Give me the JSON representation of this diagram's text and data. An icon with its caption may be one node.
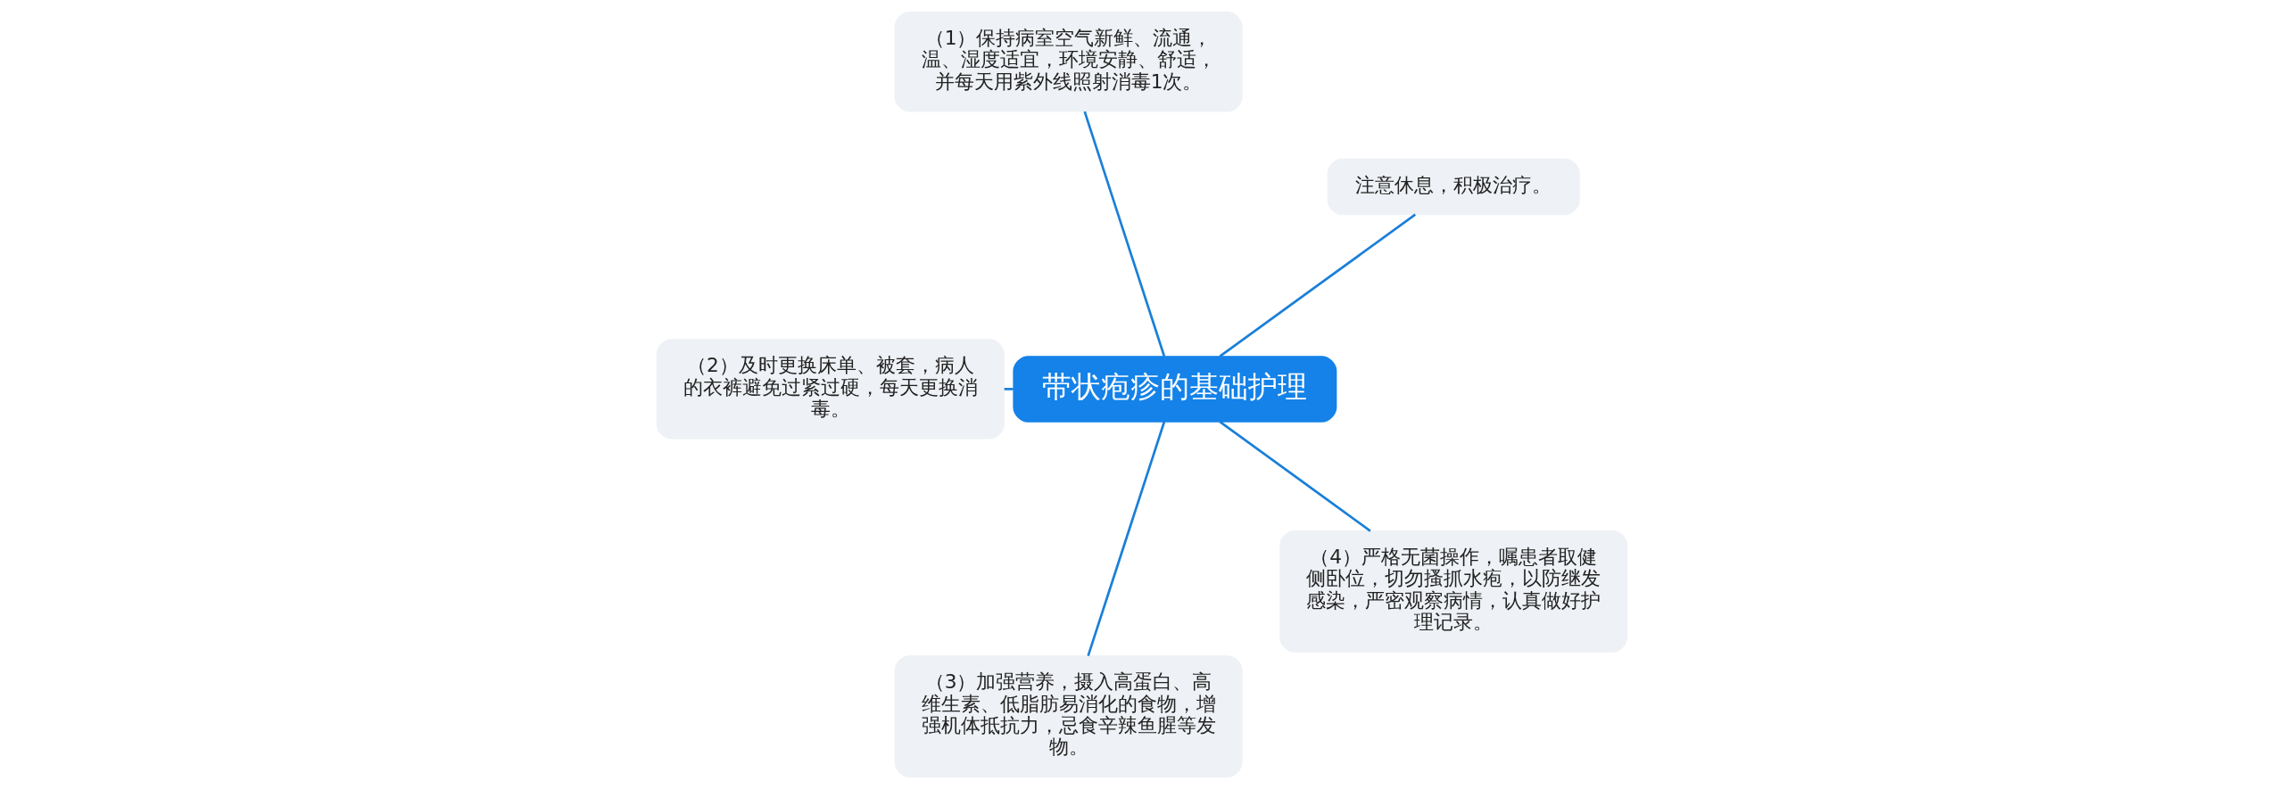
{
  "diagram": {
    "nodes": [
      {
        "text": [
          "带状疱疹的基础护理"
        ]
      },
      {
        "text": [
          "注意休息，积极治疗。"
        ]
      },
      {
        "text": [
          "（1）保持病室空气新鲜、流通，温、湿度适宜，环境安静、舒适，并每天用紫外线照射消毒1次。"
        ]
      },
      {
        "text": [
          "（2）及时更换床单、被套，病人的衣裤避免过紧过硬，每天更换消毒。"
        ]
      },
      {
        "text": [
          "（3）加强营养，摄入高蛋白、高维生素、低脂肪易消化的食物，增强机体抵抗力，忌食辛辣鱼腥等发物。"
        ]
      },
      {
        "text": [
          "（4）严格无菌操作，嘱患者取健侧卧位，切勿搔抓水疱，以防继发感染，严密观察病情，认真做好护理记录。"
        ]
      }
    ],
    "edges": [
      {
        "from": 0,
        "to": 1,
        "arrow": "none"
      },
      {
        "from": 0,
        "to": 2,
        "arrow": "none"
      },
      {
        "from": 0,
        "to": 3,
        "arrow": "none"
      },
      {
        "from": 0,
        "to": 4,
        "arrow": "none"
      },
      {
        "from": 0,
        "to": 5,
        "arrow": "none"
      }
    ]
  }
}
